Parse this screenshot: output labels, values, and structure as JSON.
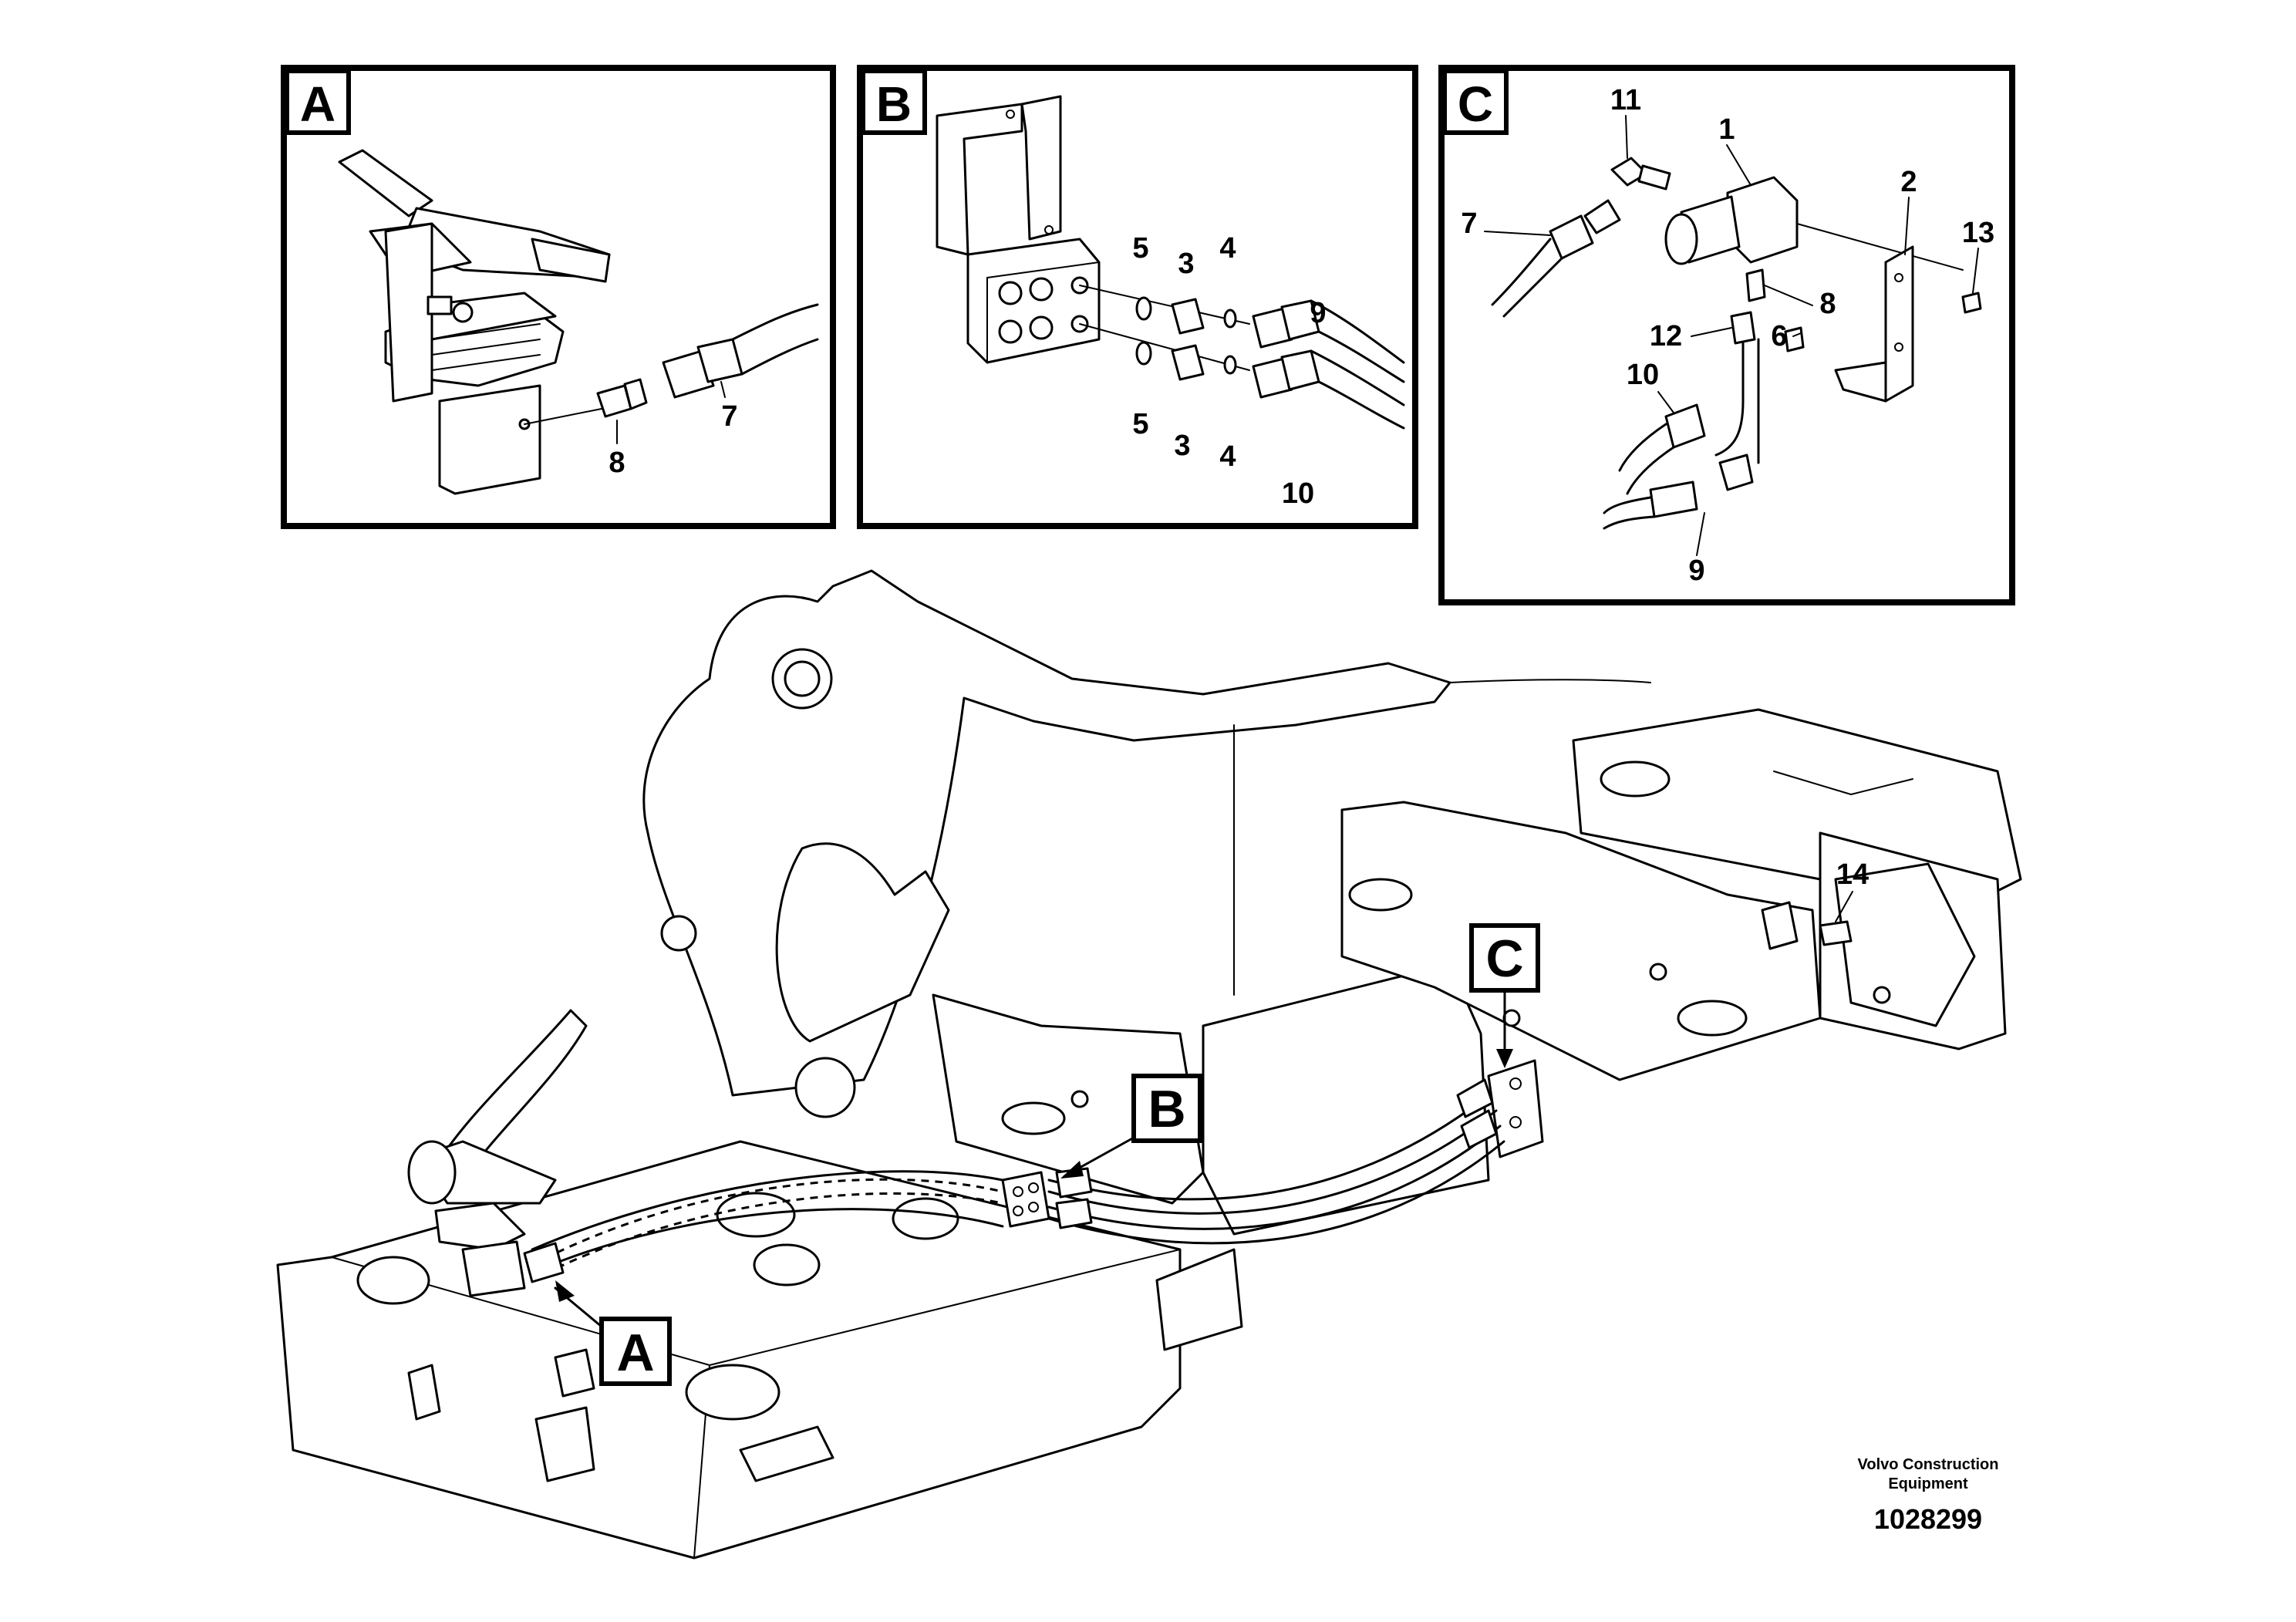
{
  "panels": [
    {
      "tag": "A",
      "callouts": [
        "8",
        "7"
      ]
    },
    {
      "tag": "B",
      "callouts": [
        "5",
        "3",
        "4",
        "9",
        "5",
        "3",
        "4",
        "10"
      ]
    },
    {
      "tag": "C",
      "callouts": [
        "11",
        "1",
        "2",
        "7",
        "13",
        "8",
        "12",
        "6",
        "10",
        "9"
      ]
    }
  ],
  "overview": {
    "markers": [
      "A",
      "B",
      "C"
    ],
    "callouts": [
      "14"
    ]
  },
  "credit": {
    "line1": "Volvo Construction",
    "line2": "Equipment",
    "number": "1028299"
  }
}
